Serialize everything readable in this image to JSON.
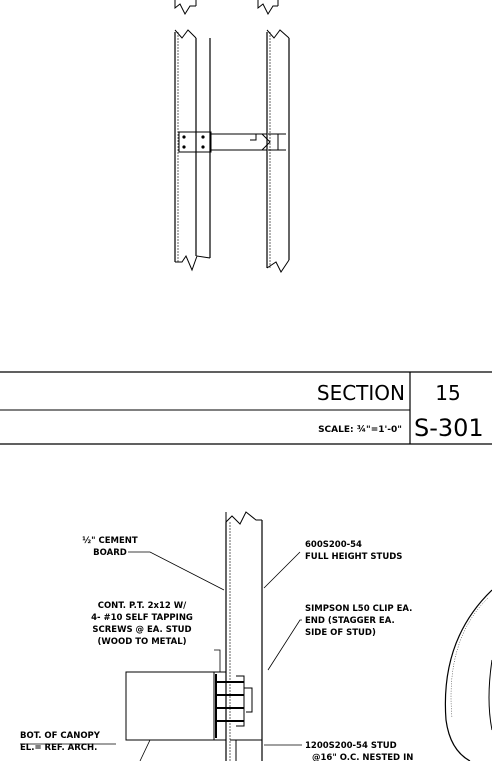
{
  "title_block": {
    "section_label": "SECTION",
    "detail_number": "15",
    "scale_label": "SCALE: ¾\"=1'-0\"",
    "sheet_number": "S-301"
  },
  "notes": {
    "cement_board": [
      "½\" CEMENT",
      "BOARD"
    ],
    "full_height_studs": [
      "600S200-54",
      "FULL HEIGHT STUDS"
    ],
    "cont_pt": [
      "CONT. P.T. 2x12 W/",
      "4- #10 SELF TAPPING",
      "SCREWS @ EA. STUD",
      "(WOOD TO METAL)"
    ],
    "simpson_clip": [
      "SIMPSON L50 CLIP EA.",
      "END (STAGGER EA.",
      "SIDE OF STUD)"
    ],
    "bottom_canopy": [
      "BOT. OF CANOPY",
      "EL.= REF. ARCH."
    ],
    "stud_nested": [
      "1200S200-54 STUD",
      "@16\" O.C. NESTED IN"
    ]
  }
}
